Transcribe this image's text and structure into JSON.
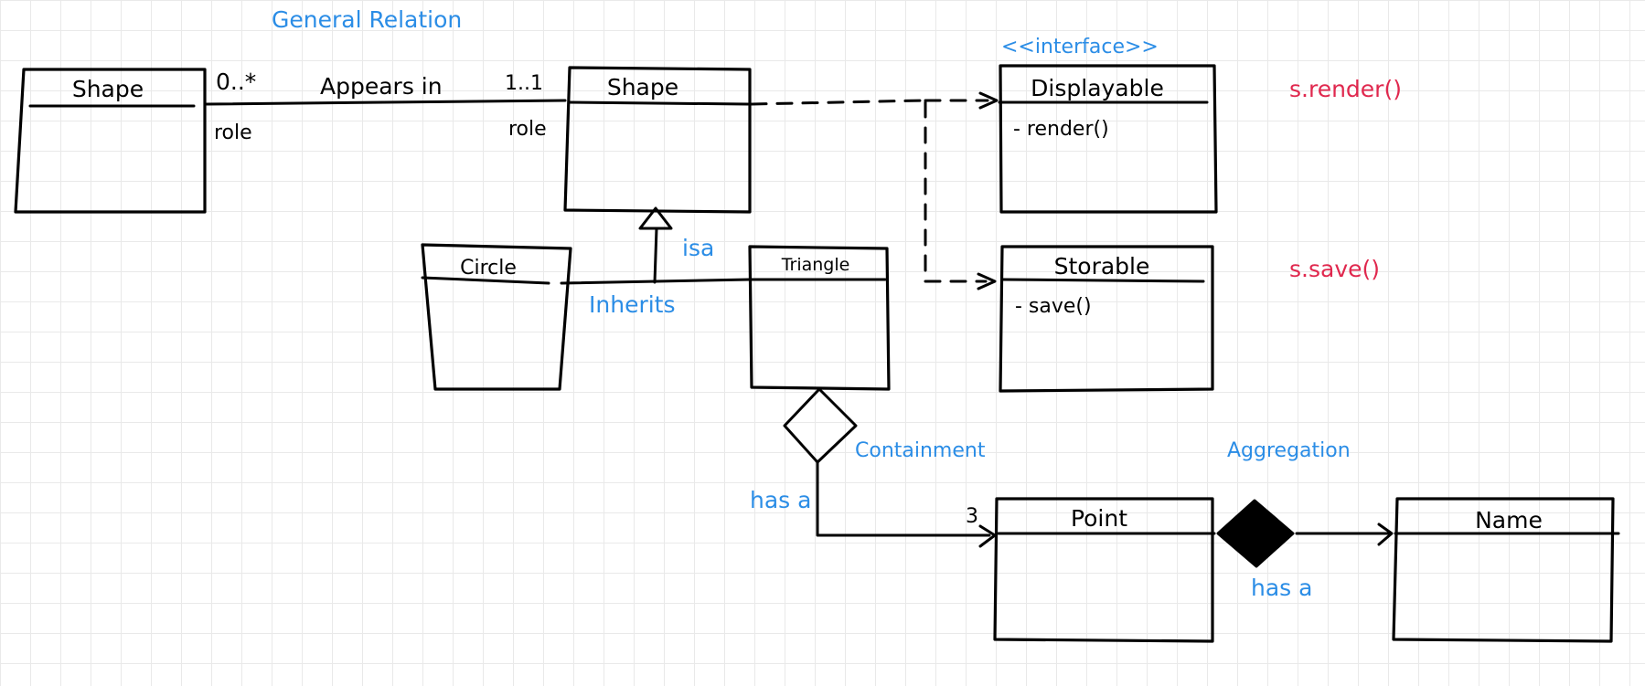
{
  "labels": {
    "general_relation": "General Relation",
    "interface_stereotype": "<<interface>>",
    "isa": "isa",
    "inherits": "Inherits",
    "containment": "Containment",
    "aggregation": "Aggregation",
    "has_a_left": "has a",
    "has_a_right": "has a"
  },
  "association": {
    "multiplicity_left": "0..*",
    "multiplicity_right": "1..1",
    "name": "Appears in",
    "role_left": "role",
    "role_right": "role"
  },
  "multiplicity_point": "3",
  "classes": {
    "shape_left": {
      "name": "Shape"
    },
    "shape_right": {
      "name": "Shape"
    },
    "displayable": {
      "name": "Displayable",
      "method": "- render()"
    },
    "storable": {
      "name": "Storable",
      "method": "- save()"
    },
    "circle": {
      "name": "Circle"
    },
    "triangle": {
      "name": "Triangle"
    },
    "point": {
      "name": "Point"
    },
    "name": {
      "name": "Name"
    }
  },
  "calls": {
    "render": "s.render()",
    "save": "s.save()"
  },
  "colors": {
    "annotation_blue": "#2b8de6",
    "call_red": "#e0284e",
    "ink": "#000000"
  }
}
